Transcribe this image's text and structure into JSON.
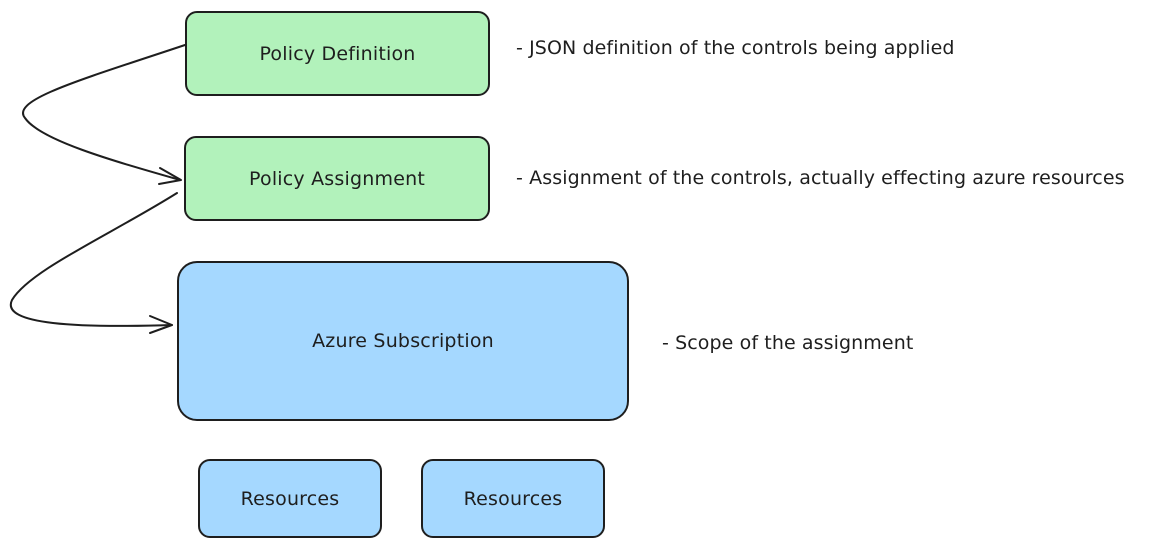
{
  "colors": {
    "policy_fill": "#b2f2bb",
    "subscription_fill": "#a5d8ff",
    "resource_fill": "#a5d8ff",
    "stroke": "#1e1e1e",
    "background": "#ffffff"
  },
  "nodes": {
    "policy_definition": "Policy Definition",
    "policy_assignment": "Policy Assignment",
    "azure_subscription": "Azure Subscription",
    "resources": [
      "Resources",
      "Resources"
    ]
  },
  "notes": {
    "policy_definition": "- JSON definition of the controls being applied",
    "policy_assignment": "- Assignment of the controls, actually effecting azure resources",
    "azure_subscription": "- Scope of the assignment"
  },
  "connectors": [
    {
      "from": "Policy Definition",
      "to": "Policy Assignment"
    },
    {
      "from": "Policy Assignment",
      "to": "Azure Subscription"
    }
  ]
}
